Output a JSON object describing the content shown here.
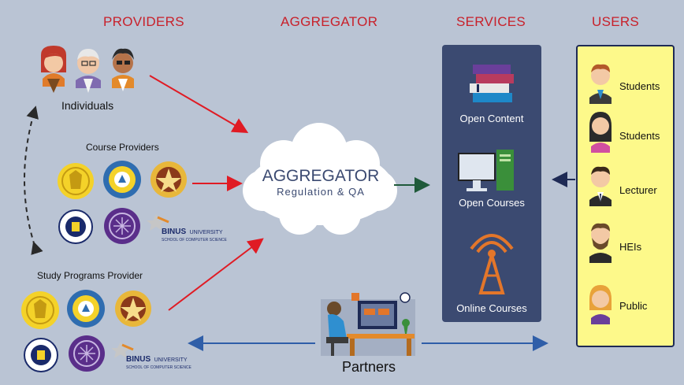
{
  "headers": {
    "providers": "PROVIDERS",
    "aggregator": "AGGREGATOR",
    "services": "SERVICES",
    "users": "USERS"
  },
  "providers": {
    "individuals": "Individuals",
    "course_providers": "Course Providers",
    "study_programs": "Study Programs Provider",
    "binus_name": "BINUS",
    "binus_university": "UNIVERSITY",
    "binus_school": "SCHOOL OF COMPUTER SCIENCE"
  },
  "aggregator": {
    "title": "AGGREGATOR",
    "subtitle": "Regulation & QA"
  },
  "services": [
    {
      "label": "Open Content",
      "icon": "books-icon"
    },
    {
      "label": "Open Courses",
      "icon": "computer-icon"
    },
    {
      "label": "Online Courses",
      "icon": "broadcast-tower-icon"
    }
  ],
  "users": [
    {
      "label": "Students",
      "icon": "male-student-icon"
    },
    {
      "label": "Students",
      "icon": "female-student-icon"
    },
    {
      "label": "Lecturer",
      "icon": "lecturer-icon"
    },
    {
      "label": "HEIs",
      "icon": "bearded-man-icon"
    },
    {
      "label": "Public",
      "icon": "woman-icon"
    }
  ],
  "partners": {
    "label": "Partners"
  },
  "colors": {
    "background": "#bac4d4",
    "header_red": "#c8202a",
    "services_panel": "#3b4a71",
    "users_panel": "#fdf98a",
    "arrow_red": "#e01b24",
    "arrow_green": "#1f5a3a",
    "arrow_blue": "#2f5ea8",
    "arrow_navy": "#1e2a55"
  }
}
